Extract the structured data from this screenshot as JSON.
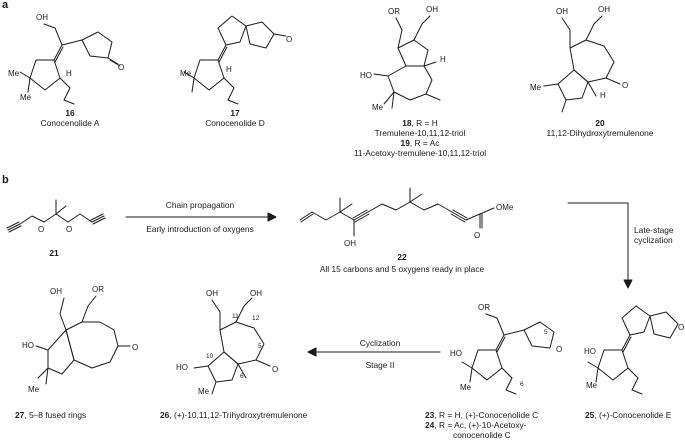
{
  "panels": {
    "a": "a",
    "b": "b"
  },
  "compounds_a": [
    {
      "num": "16",
      "name": "Conocenolide A"
    },
    {
      "num": "17",
      "name": "Conocenolide D"
    },
    {
      "num": "18",
      "label_suffix": ", R = H",
      "name": "Tremulene-10,11,12-triol"
    },
    {
      "num": "19",
      "label_suffix": ", R = Ac",
      "name": "11-Acetoxy-tremulene-10,11,12-triol"
    },
    {
      "num": "20",
      "name": "11,12-Dihydroxytremulenone"
    }
  ],
  "compounds_b": {
    "c21": {
      "num": "21"
    },
    "c22": {
      "num": "22",
      "caption": "All 15 carbons and 5 oxygens ready in place"
    },
    "c23": {
      "num": "23",
      "label_suffix": ", R = H, (+)-Conocenolide C"
    },
    "c24": {
      "num": "24",
      "label_suffix": ", R = Ac, (+)-10-Acetoxy-",
      "label_line2": "conocenolide C"
    },
    "c25": {
      "num": "25",
      "label_suffix": ", (+)-Conocenolide E"
    },
    "c26": {
      "num": "26",
      "label_suffix": ", (+)-10,11,12-Trihydroxytremulenone"
    },
    "c27": {
      "num": "27",
      "label_suffix": ", 5–8 fused rings"
    }
  },
  "arrows": {
    "step1_top": "Chain propagation",
    "step1_bottom": "Early introduction of oxygens",
    "step2_line1": "Late-stage",
    "step2_line2": "cyclization",
    "step3_top": "Cyclization",
    "step3_bottom": "Stage II"
  },
  "atoms": {
    "OH": "OH",
    "O": "O",
    "OR": "OR",
    "H": "H",
    "Me": "Me",
    "HO": "HO",
    "OMe": "OMe"
  },
  "locants": {
    "n5": "5",
    "n6": "6",
    "n10": "10",
    "n11": "11",
    "n12": "12"
  }
}
